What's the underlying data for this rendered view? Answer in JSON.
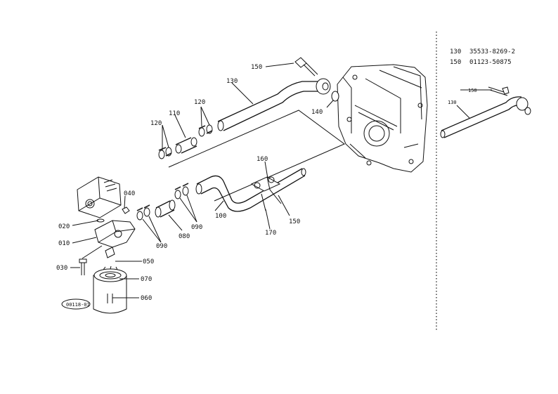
{
  "labels": {
    "p130": "130",
    "p150a": "150",
    "p120a": "120",
    "p110": "110",
    "p120b": "120",
    "p140": "140",
    "p160": "160",
    "p100": "100",
    "p150b": "150",
    "p170": "170",
    "p090a": "090",
    "p080": "080",
    "p090b": "090",
    "p040": "040",
    "p020": "020",
    "p010": "010",
    "p050": "050",
    "p030": "030",
    "p070": "070",
    "p060": "060",
    "stamp": "00118-01",
    "inset130": "130",
    "inset150": "150"
  },
  "legend": [
    {
      "ref": "130",
      "part": "35533-8269-2"
    },
    {
      "ref": "150",
      "part": "01123-50875"
    }
  ]
}
